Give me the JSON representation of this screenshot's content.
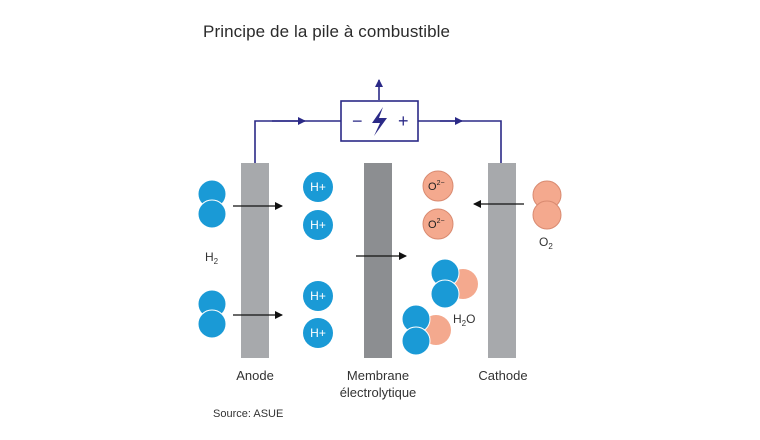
{
  "title": "Principe de la pile à combustible",
  "source": "Source: ASUE",
  "load_box": {
    "minus": "−",
    "plus": "+",
    "icon": "lightning-bolt-icon"
  },
  "labels": {
    "anode": "Anode",
    "membrane_line1": "Membrane",
    "membrane_line2": "électrolytique",
    "cathode": "Cathode",
    "h2_base": "H",
    "h2_sub": "2",
    "o2_base": "O",
    "o2_sub": "2",
    "h2o_h": "H",
    "h2o_sub": "2",
    "h2o_o": "O"
  },
  "ion_h": "H+",
  "ion_o_base": "O",
  "ion_o_sup": "2−",
  "colors": {
    "hydrogen": "#1a9ad6",
    "oxygen": "#f4a98e",
    "electrode": "#a7a9ac",
    "membrane": "#8c8e91",
    "circuit": "#2b2a87",
    "arrow": "#111111"
  }
}
